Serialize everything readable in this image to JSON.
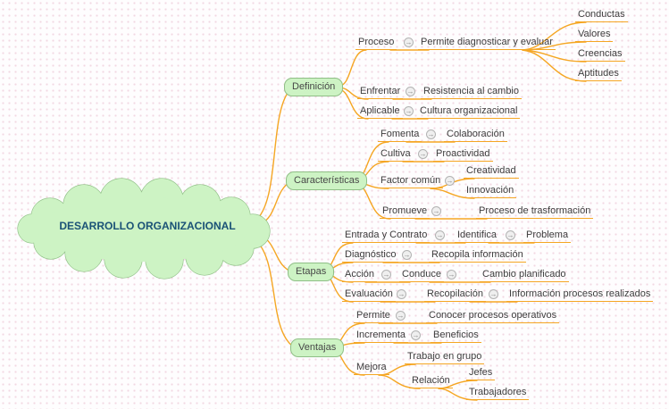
{
  "root": {
    "label": "DESARROLLO ORGANIZACIONAL"
  },
  "branches": {
    "definicion": {
      "label": "Definición"
    },
    "caracteristicas": {
      "label": "Características"
    },
    "etapas": {
      "label": "Etapas"
    },
    "ventajas": {
      "label": "Ventajas"
    }
  },
  "nodes": {
    "proceso": "Proceso",
    "permite_diagnosticar": "Permite diagnosticar y evaluar",
    "conductas": "Conductas",
    "valores": "Valores",
    "creencias": "Creencias",
    "aptitudes": "Aptitudes",
    "enfrentar": "Enfrentar",
    "resistencia": "Resistencia al cambio",
    "aplicable": "Aplicable",
    "cultura": "Cultura organizacional",
    "fomenta": "Fomenta",
    "colaboracion": "Colaboración",
    "cultiva": "Cultiva",
    "proactividad": "Proactividad",
    "factor_comun": "Factor común",
    "creatividad": "Creatividad",
    "innovacion": "Innovación",
    "promueve": "Promueve",
    "proceso_trasformacion": "Proceso de trasformación",
    "entrada_contrato": "Entrada y Contrato",
    "identifica": "Identifica",
    "problema": "Problema",
    "diagnostico": "Diagnóstico",
    "recopila_informacion": "Recopila información",
    "accion": "Acción",
    "conduce": "Conduce",
    "cambio_planificado": "Cambio planificado",
    "evaluacion": "Evaluación",
    "recopilacion": "Recopilación",
    "informacion_procesos": "Información procesos realizados",
    "permite": "Permite",
    "conocer_procesos": "Conocer procesos operativos",
    "incrementa": "Incrementa",
    "beneficios": "Beneficios",
    "mejora": "Mejora",
    "trabajo_grupo": "Trabajo en grupo",
    "relacion": "Relación",
    "jefes": "Jefes",
    "trabajadores": "Trabajadores"
  },
  "icons": {
    "link_arrow": "→"
  },
  "colors": {
    "edge": "#f5a623",
    "node_fill": "#cdf3c4",
    "node_border": "#8fbf86",
    "title": "#1a5276",
    "text": "#3d3d3d",
    "background_dot": "#f1d8e2"
  }
}
